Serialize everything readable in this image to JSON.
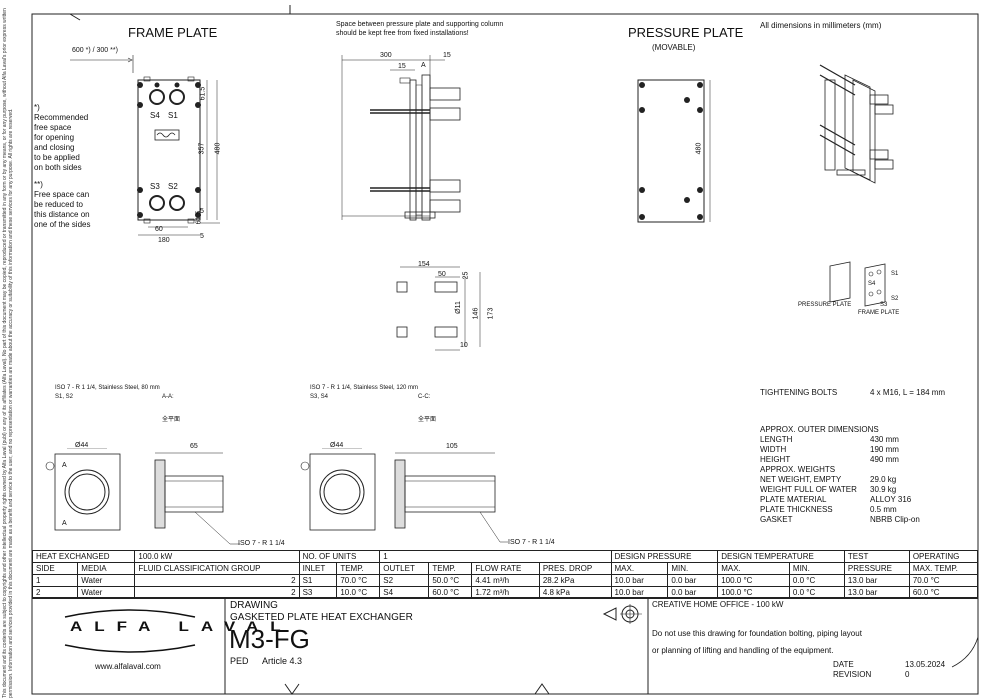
{
  "disclaimer": "This document and its contents are subject to copyrights and other intellectual property rights owned by Alfa Laval (publ) or any of its affiliates (Alfa Laval). No part of this document may be copied, reproduced or transmitted in any form or by any means, or for any purpose, without Alfa Laval's prior express written permission. Information and services provided in this document are made as a benefit and service to the user, and no representation or warranties are made about the accuracy or suitability of this information and these services for any purpose. All rights are reserved.",
  "frame_plate": {
    "title": "FRAME PLATE",
    "free_space": "600 *) / 300 **)",
    "dim_60": "60",
    "dim_180": "180",
    "dim_357": "357",
    "dim_480": "480",
    "dim_615": "61.5",
    "dim_5a": "5",
    "dim_5b": "5",
    "dim_615b": "61.5",
    "ports": {
      "s4": "S4",
      "s1": "S1",
      "s3": "S3",
      "s2": "S2"
    },
    "note1": [
      "*)",
      "Recommended",
      "free space",
      "for opening",
      "and closing",
      "to be applied",
      "on both sides"
    ],
    "note2": [
      "**)",
      "Free space can",
      "be reduced to",
      "this distance on",
      "one of the sides"
    ]
  },
  "side_view": {
    "note": [
      "Space between pressure plate and supporting column",
      "should be kept free from fixed installations!"
    ],
    "dim_300": "300",
    "dim_15a": "15",
    "dim_15b": "15",
    "label_a": "A"
  },
  "pressure_plate": {
    "title": "PRESSURE PLATE",
    "sub": "(MOVABLE)",
    "dim_480": "480"
  },
  "all_dims": "All dimensions in millimeters (mm)",
  "foot_detail": {
    "d154": "154",
    "d50": "50",
    "d25": "25",
    "d11": "Ø11",
    "d146": "146",
    "d173": "173",
    "d10": "10"
  },
  "mini_iso": {
    "pressure": "PRESSURE PLATE",
    "frame": "FRAME PLATE",
    "s1": "S1",
    "s4": "S4",
    "s2": "S2",
    "s3": "S3"
  },
  "connA": {
    "spec": "ISO 7 - R 1 1/4, Stainless Steel, 80 mm",
    "ports": "S1, S2",
    "section": "A-A:",
    "cn": "全平面",
    "dia": "Ø44",
    "len": "65",
    "thread": "ISO 7 - R 1 1/4",
    "a1": "A",
    "a2": "A"
  },
  "connC": {
    "spec": "ISO 7 - R 1 1/4, Stainless Steel, 120 mm",
    "ports": "S3, S4",
    "section": "C-C:",
    "cn": "全平面",
    "dia": "Ø44",
    "len": "105",
    "thread": "ISO 7 - R 1 1/4"
  },
  "specs": {
    "bolts_label": "TIGHTENING BOLTS",
    "bolts_value": "4 x M16, L = 184 mm",
    "outer_title": "APPROX. OUTER DIMENSIONS",
    "rows": [
      {
        "label": "LENGTH",
        "value": "430 mm"
      },
      {
        "label": "WIDTH",
        "value": "190 mm"
      },
      {
        "label": "HEIGHT",
        "value": "490 mm"
      }
    ],
    "weights_title": "APPROX. WEIGHTS",
    "rows2": [
      {
        "label": "NET WEIGHT, EMPTY",
        "value": "29.0 kg"
      },
      {
        "label": "WEIGHT FULL OF WATER",
        "value": "30.9 kg"
      },
      {
        "label": "PLATE MATERIAL",
        "value": "ALLOY 316"
      },
      {
        "label": "PLATE THICKNESS",
        "value": "0.5 mm"
      },
      {
        "label": "GASKET",
        "value": "NBRB Clip-on"
      }
    ]
  },
  "table": {
    "heat_exchanged": "HEAT EXCHANGED",
    "heat_value": "100.0 kW",
    "units_label": "NO. OF UNITS",
    "units_value": "1",
    "design_pressure": "DESIGN PRESSURE",
    "design_temp": "DESIGN TEMPERATURE",
    "test": "TEST",
    "operating": "OPERATING",
    "headers": [
      "SIDE",
      "MEDIA",
      "FLUID CLASSIFICATION GROUP",
      "INLET",
      "TEMP.",
      "OUTLET",
      "TEMP.",
      "FLOW RATE",
      "PRES. DROP",
      "MAX.",
      "MIN.",
      "MAX.",
      "MIN.",
      "PRESSURE",
      "MAX. TEMP."
    ],
    "rows": [
      [
        "1",
        "Water",
        "2",
        "S1",
        "70.0 °C",
        "S2",
        "50.0 °C",
        "4.41 m³/h",
        "28.2 kPa",
        "10.0 bar",
        "0.0 bar",
        "100.0 °C",
        "0.0 °C",
        "13.0 bar",
        "70.0 °C"
      ],
      [
        "2",
        "Water",
        "2",
        "S3",
        "10.0 °C",
        "S4",
        "60.0 °C",
        "1.72 m³/h",
        "4.8 kPa",
        "10.0 bar",
        "0.0 bar",
        "100.0 °C",
        "0.0 °C",
        "13.0 bar",
        "60.0 °C"
      ]
    ]
  },
  "title_block": {
    "logo": "ALFA LAVAL",
    "web": "www.alfalaval.com",
    "drawing": "DRAWING",
    "type": "GASKETED PLATE HEAT EXCHANGER",
    "model": "M3-FG",
    "ped": "PED",
    "article": "Article 4.3",
    "customer": "CREATIVE HOME OFFICE - 100 kW",
    "note1": "Do not use this drawing for foundation bolting, piping layout",
    "note2": "or planning of lifting and handling of the equipment.",
    "date_label": "DATE",
    "date": "13.05.2024",
    "rev_label": "REVISION",
    "rev": "0"
  }
}
